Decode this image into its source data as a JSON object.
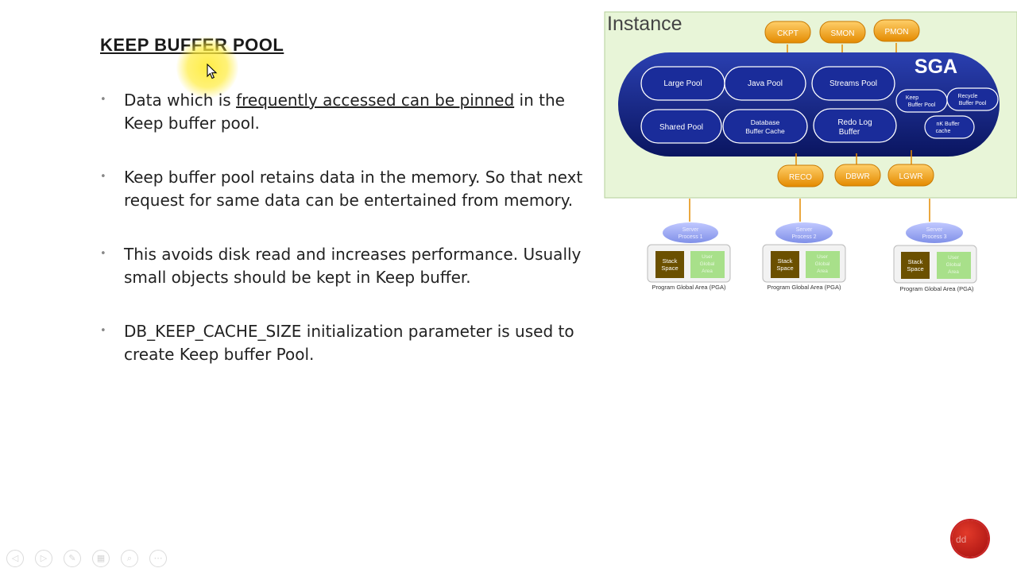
{
  "slide": {
    "title": "KEEP BUFFER POOL",
    "bullets": [
      {
        "pre": "Data which is ",
        "underlined": "frequently accessed can be pinned",
        "post": " in the Keep buffer pool."
      },
      {
        "text": "Keep buffer pool retains data in the memory. So that next request for same data can be entertained from memory."
      },
      {
        "text": "This avoids disk read and increases performance. Usually small objects should be kept in Keep buffer."
      },
      {
        "text": "DB_KEEP_CACHE_SIZE initialization parameter is used to create Keep buffer Pool."
      }
    ]
  },
  "diagram": {
    "instance_label": "Instance",
    "sga_label": "SGA",
    "background_processes_top": [
      "CKPT",
      "SMON",
      "PMON"
    ],
    "background_processes_bottom": [
      "RECO",
      "DBWR",
      "LGWR"
    ],
    "sga_components": {
      "large_pool": "Large Pool",
      "java_pool": "Java Pool",
      "streams_pool": "Streams Pool",
      "shared_pool": "Shared Pool",
      "db_buffer_cache": [
        "Database",
        "Buffer Cache"
      ],
      "redo_log_buffer": [
        "Redo Log",
        "Buffer"
      ],
      "keep_buffer_pool": [
        "Keep",
        "Buffer Pool"
      ],
      "recycle_buffer_pool": [
        "Recycle",
        "Buffer Pool"
      ],
      "nk_buffer_cache": [
        "nK Buffer",
        "cache"
      ]
    },
    "server_processes": [
      {
        "name": [
          "Server",
          "Process 1"
        ],
        "stack": [
          "Stack",
          "Space"
        ],
        "uga": [
          "User",
          "Global",
          "Area"
        ],
        "pga": "Program Global Area (PGA)"
      },
      {
        "name": [
          "Server",
          "Process 2"
        ],
        "stack": [
          "Stack",
          "Space"
        ],
        "uga": [
          "User",
          "Global",
          "Area"
        ],
        "pga": "Program Global Area (PGA)"
      },
      {
        "name": [
          "Server",
          "Process 3"
        ],
        "stack": [
          "Stack",
          "Space"
        ],
        "uga": [
          "User",
          "Global",
          "Area"
        ],
        "pga": "Program Global Area (PGA)"
      }
    ],
    "colors": {
      "instance_bg": "#e8f5d8",
      "sga_dark": "#0d1f7a",
      "process_orange": "#f0a020",
      "server_process": "#9aa6f0",
      "stack_space": "#6b5000",
      "uga": "#a8e08a"
    }
  },
  "branding": {
    "logo_text": "dd"
  }
}
